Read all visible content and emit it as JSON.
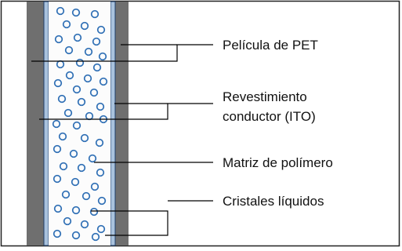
{
  "figure": {
    "labels": {
      "pet_film": "Película de PET",
      "ito_coating_line1": "Revestimiento",
      "ito_coating_line2": "conductor (ITO)",
      "polymer_matrix": "Matriz de polímero",
      "liquid_crystals": "Cristales líquidos"
    }
  },
  "colors": {
    "pet_layer": "#6f6f6f",
    "ito_layer": "#a9c2dd",
    "crystal": "#2f6fb5",
    "matrix": "#fcfcfc",
    "frame": "#222222",
    "leader": "#000000"
  }
}
